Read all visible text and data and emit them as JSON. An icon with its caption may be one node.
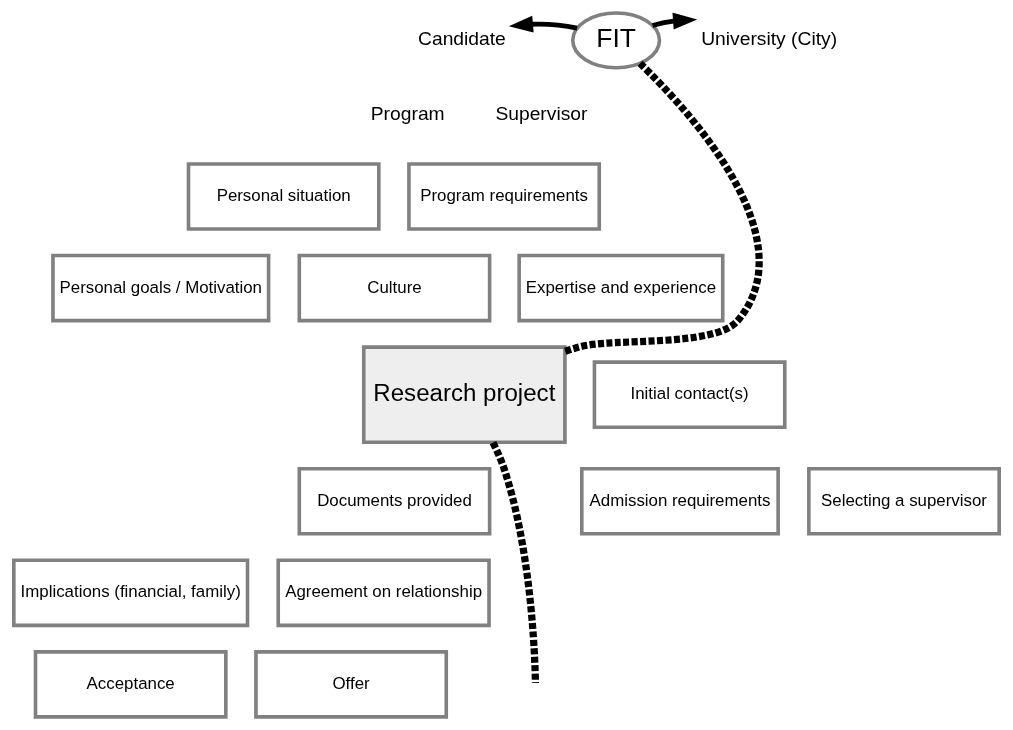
{
  "diagram": {
    "nodes": [
      {
        "text": [
          "FIT"
        ]
      },
      {
        "text": [
          "Candidate"
        ]
      },
      {
        "text": [
          "University (City)"
        ]
      },
      {
        "text": [
          "Personal situation"
        ]
      },
      {
        "text": [
          "Program requirements"
        ]
      },
      {
        "text": [
          "Personal goals / Motivation"
        ]
      },
      {
        "text": [
          "Culture"
        ]
      },
      {
        "text": [
          "Expertise and experience"
        ]
      },
      {
        "text": [
          "Research project"
        ]
      },
      {
        "text": [
          "Initial contact(s)"
        ]
      },
      {
        "text": [
          "Documents provided"
        ]
      },
      {
        "text": [
          "Admission requirements"
        ]
      },
      {
        "text": [
          "Selecting a supervisor"
        ]
      },
      {
        "text": [
          "Implications (financial, family)"
        ]
      },
      {
        "text": [
          "Agreement on relationship"
        ]
      },
      {
        "text": [
          "Offer"
        ]
      },
      {
        "text": [
          "Acceptance"
        ]
      }
    ],
    "edges": [
      {
        "from": 0,
        "to": 1,
        "arrow": "to"
      },
      {
        "from": 0,
        "to": 2,
        "arrow": "to"
      },
      {
        "from": 0,
        "to": 8,
        "arrow": "none",
        "style": "dashed"
      },
      {
        "from": 8,
        "to": null,
        "arrow": "none",
        "style": "dashed"
      }
    ],
    "labels": [
      "Program",
      "Supervisor"
    ]
  }
}
